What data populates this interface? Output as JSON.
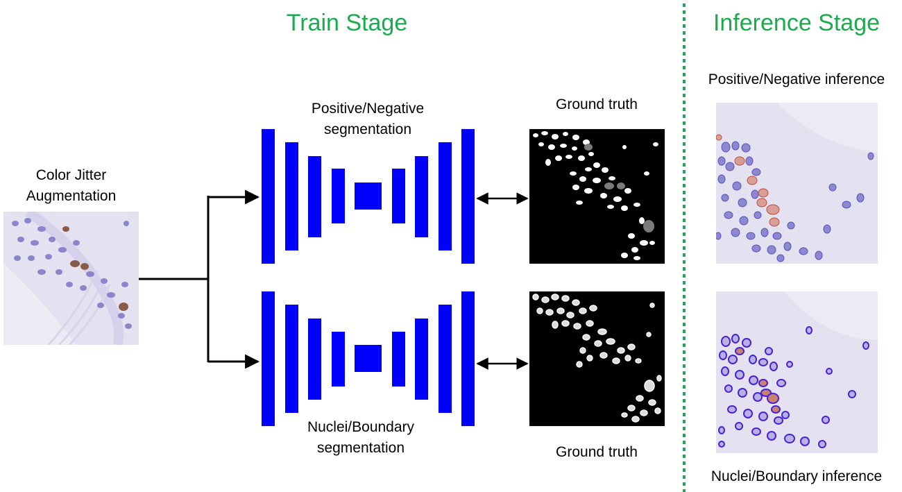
{
  "stages": {
    "train_title": "Train Stage",
    "inference_title": "Inference Stage"
  },
  "input": {
    "label_line1": "Color Jitter",
    "label_line2": "Augmentation"
  },
  "networks": {
    "top_label_line1": "Positive/Negative",
    "top_label_line2": "segmentation",
    "bottom_label_line1": "Nuclei/Boundary",
    "bottom_label_line2": "segmentation"
  },
  "ground_truth": {
    "top_label": "Ground truth",
    "bottom_label": "Ground truth"
  },
  "inference": {
    "top_label": "Positive/Negative  inference",
    "bottom_label": "Nuclei/Boundary inference"
  },
  "colors": {
    "stage_title": "#1aab4f",
    "divider": "#1aab4f",
    "network_block": "#0000ff",
    "tissue_bg": "#e4e1f0",
    "nucleus": "#7d76c6",
    "positive_nucleus": "#b06a52",
    "mask_bg": "#000000",
    "mask_fg": "#ffffff"
  }
}
